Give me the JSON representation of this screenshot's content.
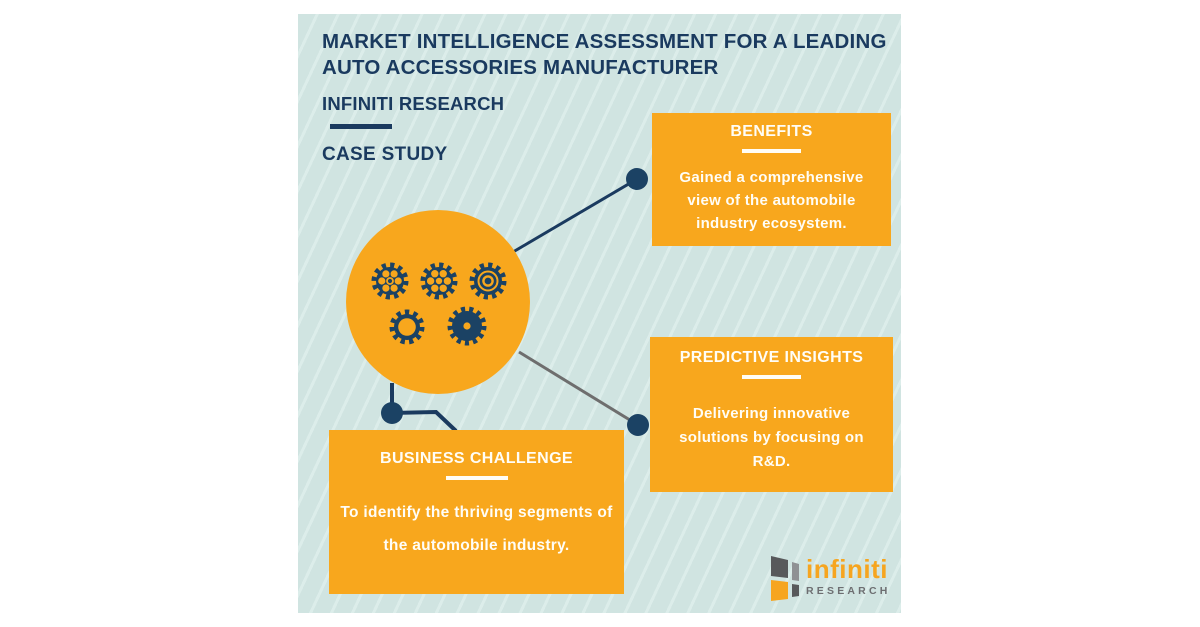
{
  "colors": {
    "panel-bg": "#d0e4e1",
    "panel-stripe": "#dcedea",
    "navy": "#1a3a5f",
    "gear-navy": "#1b4264",
    "orange": "#f8a71d",
    "line-gray": "#6e6e6e",
    "box-text": "#fffdf6",
    "logo-dark": "#58595b",
    "logo-gray": "#8f9194",
    "logo-orange": "#f6a51f",
    "logo-text": "#6d6e71"
  },
  "header": {
    "title": "MARKET INTELLIGENCE ASSESSMENT FOR A LEADING AUTO ACCESSORIES MANUFACTURER",
    "brand": "INFINITI RESEARCH",
    "doc_type": "CASE STUDY"
  },
  "center_graphic": {
    "icon": "gears-in-circle"
  },
  "callouts": [
    {
      "title": "BENEFITS",
      "body": "Gained a comprehensive view of the automobile industry ecosystem."
    },
    {
      "title": "PREDICTIVE INSIGHTS",
      "body": "Delivering innovative solutions by focusing on R&D."
    },
    {
      "title": "BUSINESS CHALLENGE",
      "body": "To identify the thriving segments of the automobile industry."
    }
  ],
  "logo": {
    "brand": "infiniti",
    "sub": "RESEARCH"
  }
}
